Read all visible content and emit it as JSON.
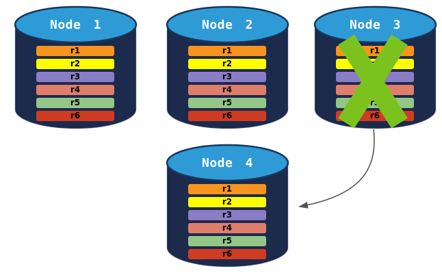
{
  "diagram": {
    "description": "database-replication-node-failure-diagram",
    "nodes": [
      {
        "id": "node-1",
        "label": "Node 1",
        "failed": false
      },
      {
        "id": "node-2",
        "label": "Node 2",
        "failed": false
      },
      {
        "id": "node-3",
        "label": "Node 3",
        "failed": true
      },
      {
        "id": "node-4",
        "label": "Node 4",
        "failed": false
      }
    ],
    "records": [
      {
        "label": "r1",
        "color": "#F7941E"
      },
      {
        "label": "r2",
        "color": "#FFFF00"
      },
      {
        "label": "r3",
        "color": "#8A7DC6"
      },
      {
        "label": "r4",
        "color": "#E07E6C"
      },
      {
        "label": "r5",
        "color": "#94C687"
      },
      {
        "label": "r6",
        "color": "#D03C22"
      }
    ],
    "arrow": {
      "from": "node-3",
      "to": "node-4"
    }
  },
  "colors": {
    "background": "#FFFFFF",
    "cylinder_body": "#1C2A4C",
    "cylinder_top": "#2E9BD6",
    "cylinder_top_stroke": "#17375E",
    "node_label_text": "#FFFFFF",
    "record_text": "#000000",
    "fail_x": "#7CC21E",
    "arrow": "#555555"
  }
}
